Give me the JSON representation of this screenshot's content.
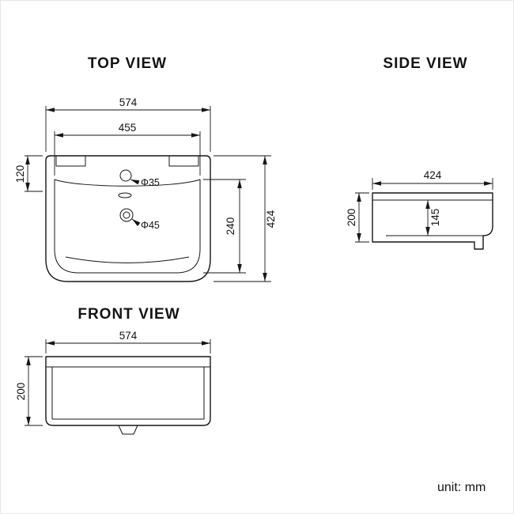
{
  "unit_label": "unit: mm",
  "views": {
    "top": {
      "title": "TOP VIEW",
      "dims": {
        "overall_width": "574",
        "basin_width": "455",
        "deck_depth": "120",
        "basin_depth": "240",
        "overall_depth": "424",
        "faucet_hole": "Φ35",
        "drain_hole": "Φ45"
      }
    },
    "side": {
      "title": "SIDE VIEW",
      "dims": {
        "overall_depth": "424",
        "overall_height": "200",
        "bowl_depth": "145"
      }
    },
    "front": {
      "title": "FRONT VIEW",
      "dims": {
        "overall_width": "574",
        "overall_height": "200"
      }
    }
  }
}
